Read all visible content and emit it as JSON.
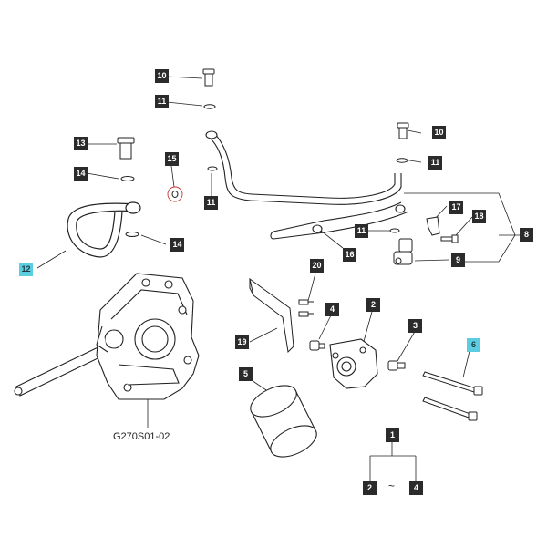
{
  "figure": {
    "reference": "G270S01-02",
    "range_symbol": "~"
  },
  "callouts": {
    "c10a": "10",
    "c11a": "11",
    "c10b": "10",
    "c11b": "11",
    "c13": "13",
    "c15": "15",
    "c14a": "14",
    "c11c": "11",
    "c17": "17",
    "c18": "18",
    "c8": "8",
    "c11d": "11",
    "c14b": "14",
    "c16": "16",
    "c9": "9",
    "c12": "12",
    "c20": "20",
    "c2a": "2",
    "c3": "3",
    "c4a": "4",
    "c19": "19",
    "c6": "6",
    "c5": "5",
    "c1": "1",
    "c2b": "2",
    "c4b": "4"
  },
  "colors": {
    "callout_bg": "#2b2b2b",
    "callout_highlight": "#5ccde0",
    "line": "#222222",
    "part_marker": "#cc3333"
  }
}
